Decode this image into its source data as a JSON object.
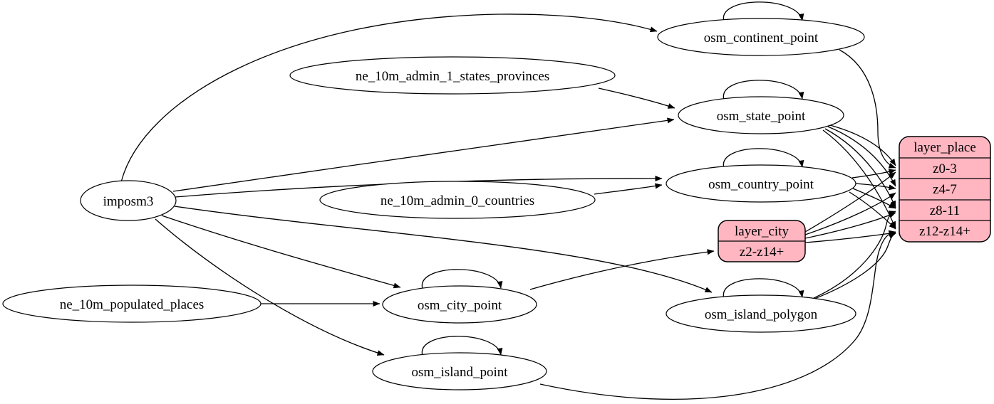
{
  "diagram": {
    "background_color": "#ffffff",
    "edge_color": "#000000",
    "table_fill": "#ffffff",
    "record_fill": "#ffb6c1",
    "tables": {
      "imposm3": "imposm3",
      "ne_10m_admin_1_states_provinces": "ne_10m_admin_1_states_provinces",
      "ne_10m_admin_0_countries": "ne_10m_admin_0_countries",
      "ne_10m_populated_places": "ne_10m_populated_places",
      "osm_continent_point": "osm_continent_point",
      "osm_state_point": "osm_state_point",
      "osm_country_point": "osm_country_point",
      "osm_city_point": "osm_city_point",
      "osm_island_polygon": "osm_island_polygon",
      "osm_island_point": "osm_island_point"
    },
    "layer_city": {
      "title": "layer_city",
      "rows": [
        "z2-z14+"
      ]
    },
    "layer_place": {
      "title": "layer_place",
      "rows": [
        "z0-3",
        "z4-7",
        "z8-11",
        "z12-z14+"
      ]
    }
  }
}
